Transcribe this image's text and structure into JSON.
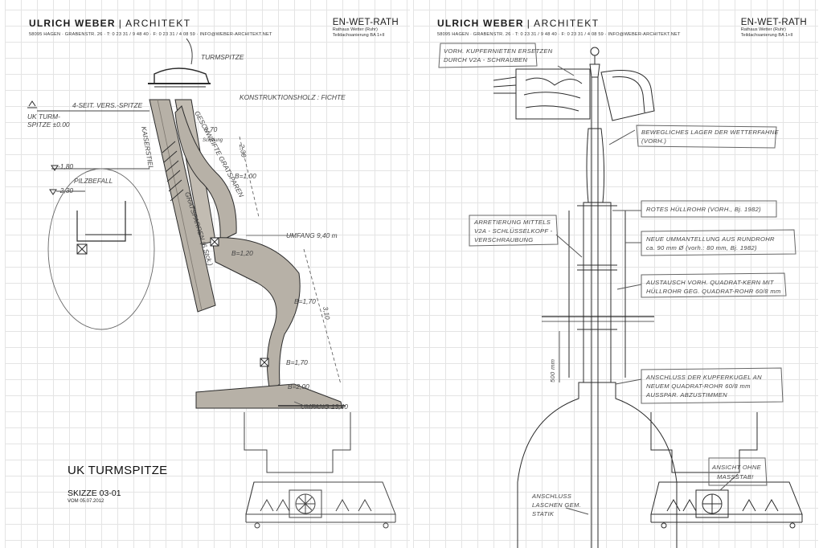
{
  "sheets": [
    {
      "header": {
        "name": "ULRICH WEBER",
        "separator": "|",
        "role": "ARCHITEKT",
        "address": "58095 HAGEN · GRABENSTR. 26 · T: 0 23 31 / 9 48 40 · F: 0 23 31 / 4 08 59 · INFO@WEBER-ARCHITEKT.NET",
        "project": "EN-WET-RATH",
        "project_sub1": "Rathaus Wetter (Ruhr)",
        "project_sub2": "Teildachsanierung BA 1+II"
      },
      "title": "UK TURMSPITZE",
      "subtitle": "SKIZZE 03-01",
      "date": "VOM 05.07.2012",
      "annotations": {
        "turmspitze": "TURMSPITZE",
        "konstruktion": "KONSTRUKTIONSHOLZ : FICHTE",
        "vers_spitze": "4-SEIT. VERS.-SPITZE",
        "uk_turm1": "UK TURM-",
        "uk_turm2": "SPITZE ±0.00",
        "kaiserstiel": "KAISERSTIEL",
        "geschweifte": "GESCHWEIFTE GRATSPAREN",
        "gratsparren": "GRATSPARREN (6 Stck.)",
        "schalung": "Schalung",
        "b070": "0,70",
        "h230": "2,30",
        "b100": "B=1,00",
        "lvl180": "-1,80",
        "pilzbefall": "PILZBEFALL",
        "lvl230": "-2,30",
        "umfang1": "UMFANG 9,40 m",
        "b120": "B=1,20",
        "b170a": "B=1,70",
        "h310": "3,10",
        "b170b": "B=1,70",
        "b200": "B=2,00",
        "umfang2": "UMFANG 13,40"
      }
    },
    {
      "header": {
        "name": "ULRICH WEBER",
        "separator": "|",
        "role": "ARCHITEKT",
        "address": "58095 HAGEN · GRABENSTR. 26 · T: 0 23 31 / 9 48 40 · F: 0 23 31 / 4 08 59 · INFO@WEBER-ARCHITEKT.NET",
        "project": "EN-WET-RATH",
        "project_sub1": "Rathaus Wetter (Ruhr)",
        "project_sub2": "Teildachsanierung BA 1+II"
      },
      "notes": {
        "kupfer1": "VORH. KUPFERNIETEN ERSETZEN",
        "kupfer2": "DURCH V2A - SCHRAUBEN",
        "lager1": "BEWEGLICHES LAGER DER WETTERFAHNE",
        "lager2": "(VORH.)",
        "huell": "ROTES HÜLLROHR (VORH., Bj. 1982)",
        "umfang1": "NEUE UMMANTELLUNG AUS RUNDROHR",
        "umfang2": "ca. 90 mm Ø (vorh.: 80 mm, Bj. 1982)",
        "arret1": "ARRETIERUNG MITTELS",
        "arret2": "V2A - SCHLÜSSELKOPF -",
        "arret3": "VERSCHRAUBUNG",
        "tausch1": "AUSTAUSCH VORH. QUADRAT-KERN MIT",
        "tausch2": "HÜLLROHR GEG. QUADRAT-ROHR 60/8 mm",
        "dim500": "500 mm",
        "anschl1": "ANSCHLUSS DER KUPFERKUGEL AN",
        "anschl2": "NEUEM QUADRAT-ROHR 60/8 mm",
        "anschl3": "AUSSPAR. ABZUSTIMMEN",
        "laschen1": "ANSCHLUSS",
        "laschen2": "LASCHEN GEM.",
        "laschen3": "STATIK",
        "ansicht1": "ANSICHT OHNE",
        "ansicht2": "MASSSTAB!"
      }
    }
  ],
  "colors": {
    "timber": "#b7b1a7",
    "ink": "#2b2b2b",
    "grid": "#e4e4e4"
  }
}
